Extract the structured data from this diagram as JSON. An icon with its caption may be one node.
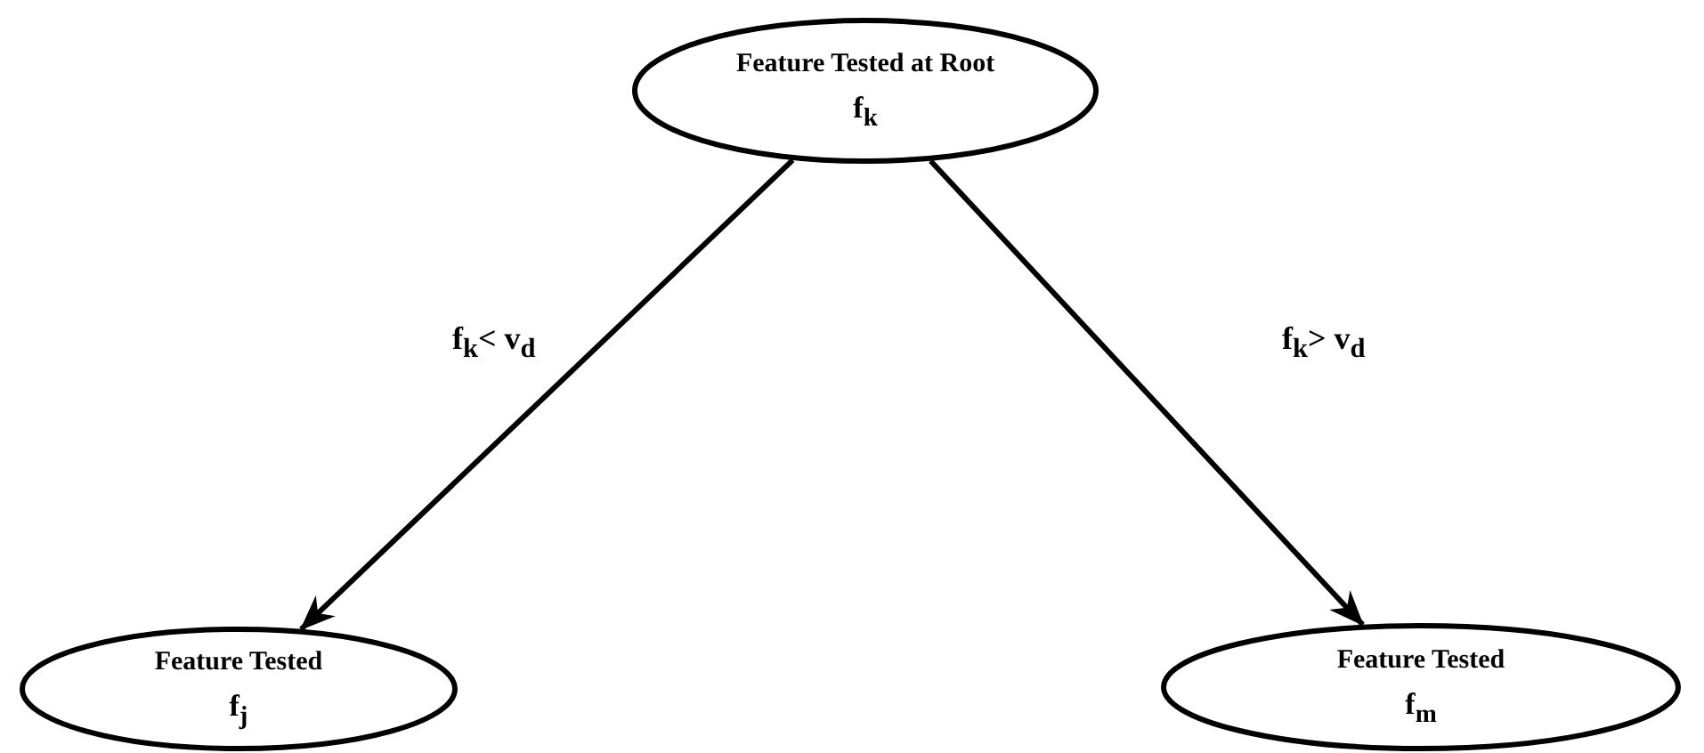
{
  "diagram": {
    "nodes": [
      {
        "text": [
          "Feature Tested at Root",
          "f$_{k}$"
        ]
      },
      {
        "text": [
          "Feature Tested",
          "f$_{j}$"
        ]
      },
      {
        "text": [
          "Feature Tested",
          "f$_{m}$"
        ]
      }
    ],
    "edges": [
      {
        "from": 0,
        "to": 1,
        "arrow": "to",
        "label": "f$_{k}$< v$_{d}$"
      },
      {
        "from": 0,
        "to": 2,
        "arrow": "to",
        "label": "f$_{k}$> v$_{d}$"
      }
    ]
  }
}
